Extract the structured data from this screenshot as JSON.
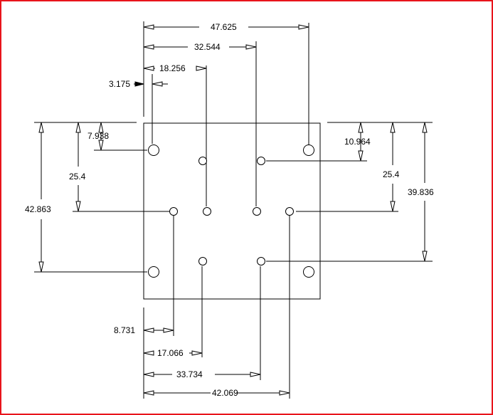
{
  "diagram": {
    "colors": {
      "frame": "#e8141b",
      "line": "#000000",
      "background": "#ffffff"
    },
    "units": "mm",
    "horizontal_dimensions_top": [
      "47.625",
      "32.544",
      "18.256",
      "3.175"
    ],
    "horizontal_dimensions_bottom": [
      "8.731",
      "17.066",
      "33.734",
      "42.069"
    ],
    "vertical_dimensions_left": [
      "7.938",
      "25.4",
      "42.863"
    ],
    "vertical_dimensions_right": [
      "10.964",
      "25.4",
      "39.836"
    ],
    "holes": {
      "large_count": 4,
      "small_count": 8
    }
  }
}
